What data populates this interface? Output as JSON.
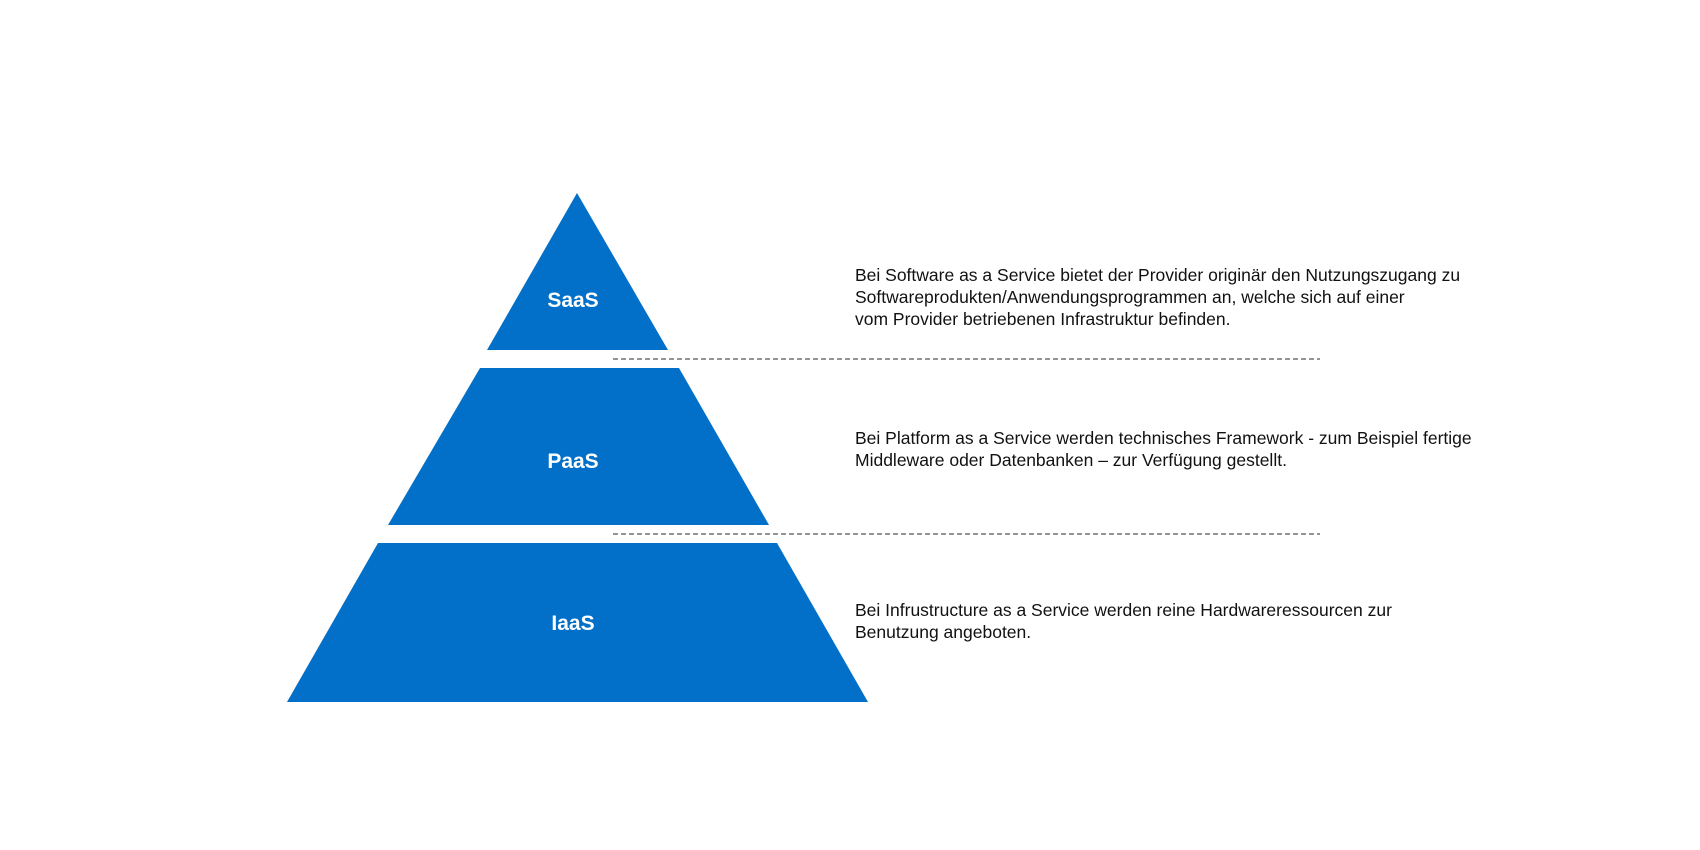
{
  "colors": {
    "tier_fill": "#0270C8",
    "label_text": "#FFFFFF",
    "divider": "#555555",
    "body_text": "#111111"
  },
  "tiers": [
    {
      "label": "SaaS",
      "description": "Bei Software as a Service bietet der Provider originär den Nutzungszugang zu\nSoftwareprodukten/Anwendungsprogrammen an, welche sich auf einer\nvom Provider betriebenen Infrastruktur befinden."
    },
    {
      "label": "PaaS",
      "description": "Bei Platform as a Service werden technisches Framework  - zum Beispiel fertige\nMiddleware oder Datenbanken – zur Verfügung gestellt."
    },
    {
      "label": "IaaS",
      "description": "Bei Infrustructure as a Service werden reine Hardwareressourcen zur\nBenutzung angeboten."
    }
  ]
}
